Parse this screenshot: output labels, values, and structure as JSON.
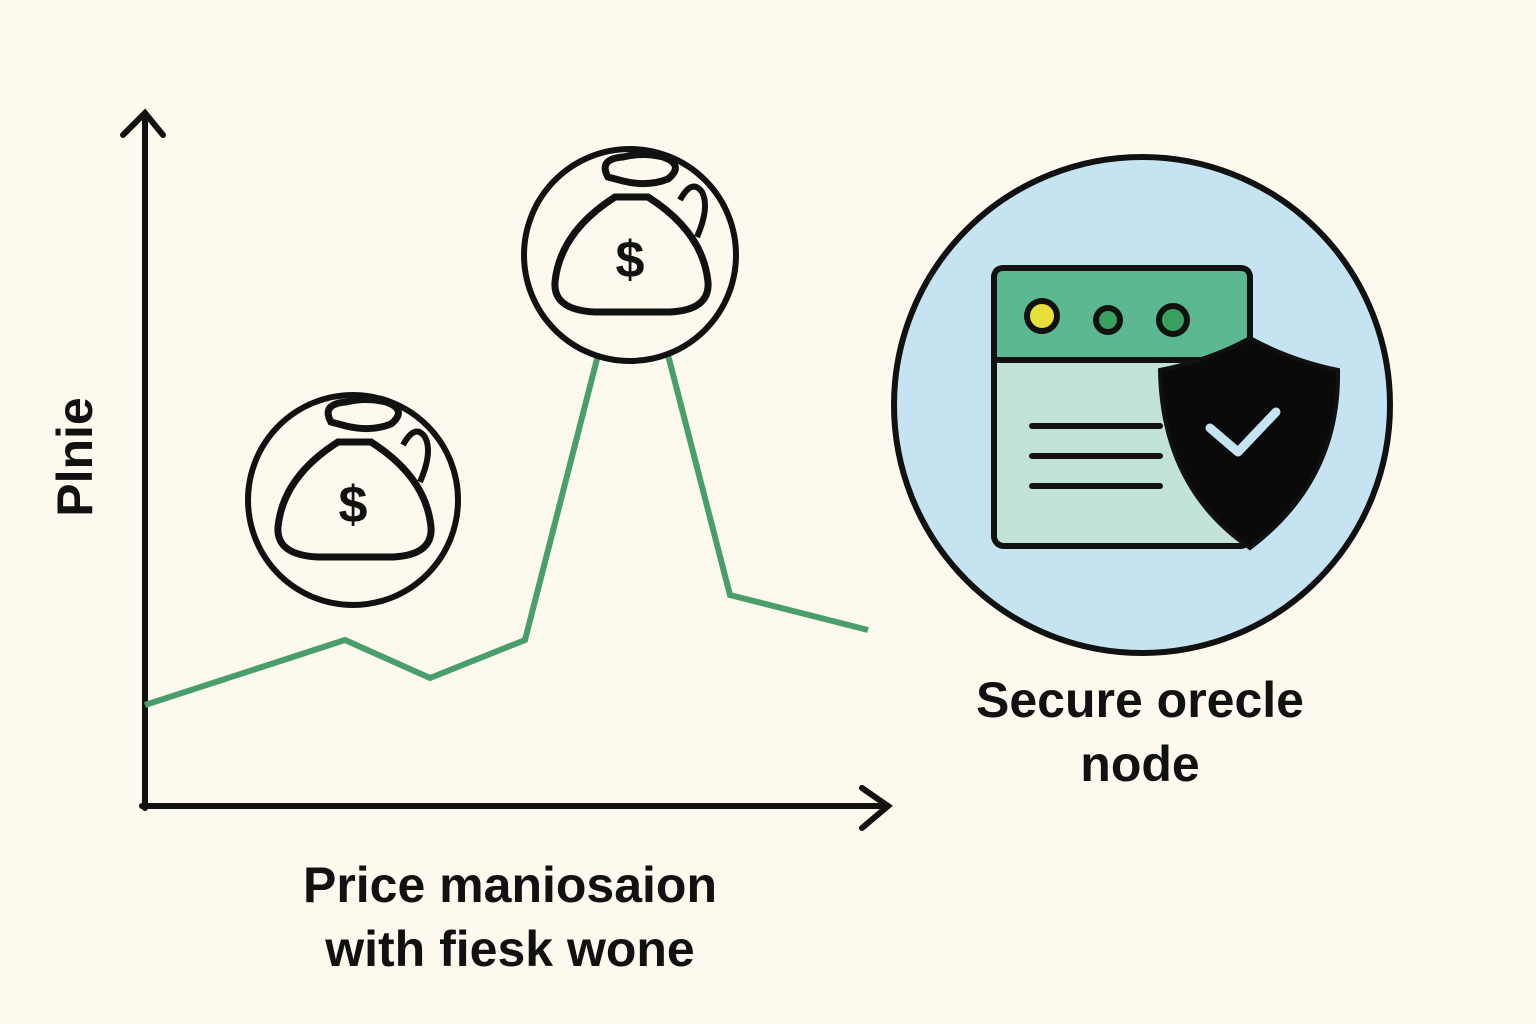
{
  "axis": {
    "y_label": "Plnie"
  },
  "caption_left": {
    "line1": "Price maniosaion",
    "line2": "with fiesk wone"
  },
  "caption_right": {
    "line1": "Secure orecle node",
    "line2": "node_hidden"
  },
  "node_label": {
    "line1": "Secure orecle",
    "line2": "node"
  },
  "icons": [
    "money-bag-icon",
    "browser-window-icon",
    "shield-check-icon"
  ],
  "colors": {
    "background": "#fdf9ee",
    "line": "#4a9e6b",
    "node_circle": "#c5e3f0",
    "window_header": "#5bb890",
    "window_body": "#c2e2da",
    "ink": "#111111"
  }
}
